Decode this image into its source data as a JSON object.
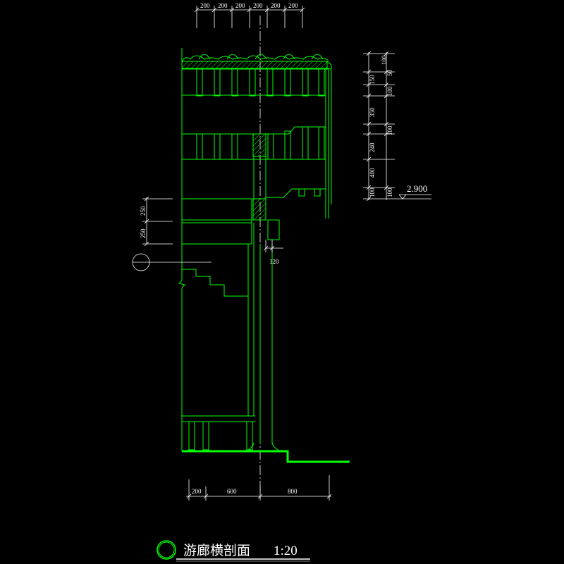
{
  "title": {
    "name": "游廊横剖面",
    "scale": "1:20"
  },
  "top_dimensions": [
    "200",
    "200",
    "200",
    "200",
    "200",
    "200"
  ],
  "right_dimensions": [
    "100",
    "50",
    "150",
    "100",
    "350",
    "100",
    "240",
    "400",
    "100",
    "100"
  ],
  "left_dimensions": [
    "250",
    "250"
  ],
  "bottom_dimensions": [
    "200",
    "600",
    "800"
  ],
  "column_dimension": "120",
  "elevation": "2.900",
  "colors": {
    "background": "#000000",
    "linework": "#00ff00",
    "annotation": "#ffffff"
  }
}
